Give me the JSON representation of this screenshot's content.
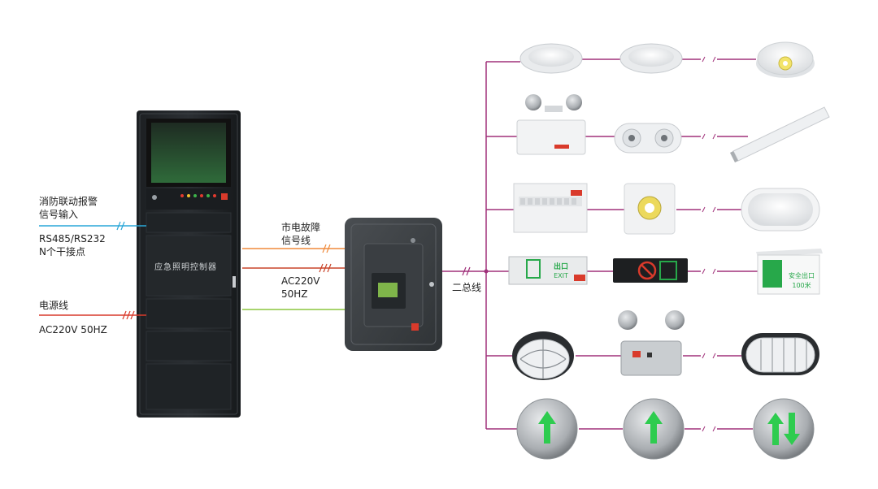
{
  "labels": {
    "fire_alarm_line1": "消防联动报警",
    "fire_alarm_line2": "信号输入",
    "rs485_line1": "RS485/RS232",
    "rs485_line2": "N个干接点",
    "power_line": "电源线",
    "power_spec": "AC220V 50HZ",
    "mains_fault_line1": "市电故障",
    "mains_fault_line2": "信号线",
    "ac_line1": "AC220V",
    "ac_line2": "50HZ",
    "bus_label": "二总线"
  },
  "cabinet": {
    "panel_label": "应急照明控制器"
  },
  "sign_text": {
    "exit_cn": "出口",
    "exit_en": "EXIT",
    "safe_exit": "安全出口",
    "distance": "100米"
  },
  "colors": {
    "fire_line": "#2aa7d8",
    "power_line": "#d93a2b",
    "signal_line": "#f08a3c",
    "ac_line": "#c9452a",
    "bus_line": "#a0307a",
    "green_line": "#8cc63f",
    "exit_green": "#27a84a"
  },
  "devices": [
    {
      "row": 1,
      "items": [
        "downlight",
        "downlight",
        "round-ceiling-light"
      ]
    },
    {
      "row": 2,
      "items": [
        "twin-head-emergency-light",
        "twin-lens-light",
        "linear-batten-light"
      ]
    },
    {
      "row": 3,
      "items": [
        "distribution-box",
        "square-ceiling-light",
        "oval-bulkhead-light"
      ]
    },
    {
      "row": 4,
      "items": [
        "exit-sign-panel",
        "exit-sign-dark",
        "exit-sign-hanging"
      ]
    },
    {
      "row": 5,
      "items": [
        "explosion-proof-round-light",
        "explosion-proof-twin-head",
        "explosion-proof-oval-light"
      ]
    },
    {
      "row": 6,
      "items": [
        "floor-arrow-up",
        "floor-arrow-up",
        "floor-arrow-bidirectional"
      ]
    }
  ]
}
